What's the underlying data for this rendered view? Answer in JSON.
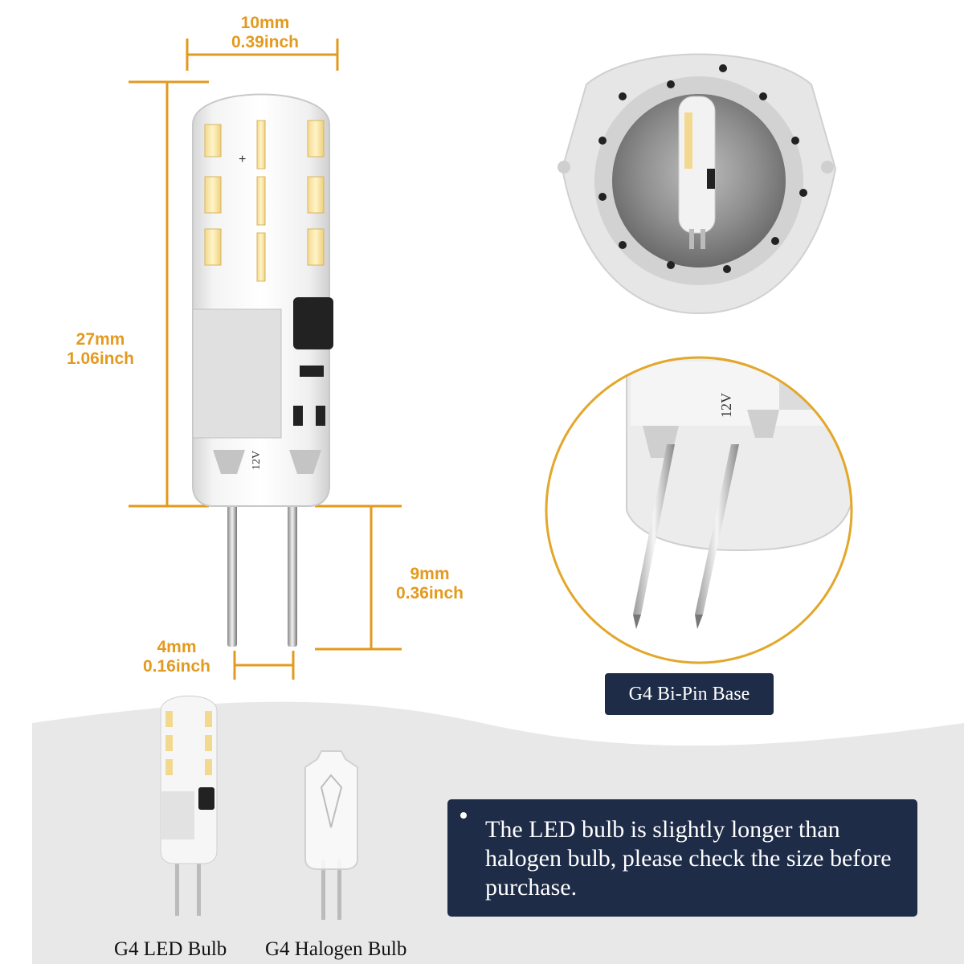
{
  "colors": {
    "dimension": "#e39a1e",
    "label_bg": "#1e2c48",
    "label_text": "#ffffff",
    "bottom_bg": "#e9e9e9"
  },
  "dimensions": {
    "width": {
      "mm": "10mm",
      "inch": "0.39inch"
    },
    "height": {
      "mm": "27mm",
      "inch": "1.06inch"
    },
    "pin_length": {
      "mm": "9mm",
      "inch": "0.36inch"
    },
    "pin_spacing": {
      "mm": "4mm",
      "inch": "0.16inch"
    }
  },
  "bulb": {
    "voltage_marking": "12V"
  },
  "zoom": {
    "voltage_marking": "12V",
    "label": "G4 Bi-Pin Base"
  },
  "comparison": {
    "led_caption": "G4 LED Bulb",
    "halogen_caption": "G4 Halogen Bulb",
    "note": "The LED bulb is slightly longer than halogen bulb, please check the size before purchase."
  }
}
